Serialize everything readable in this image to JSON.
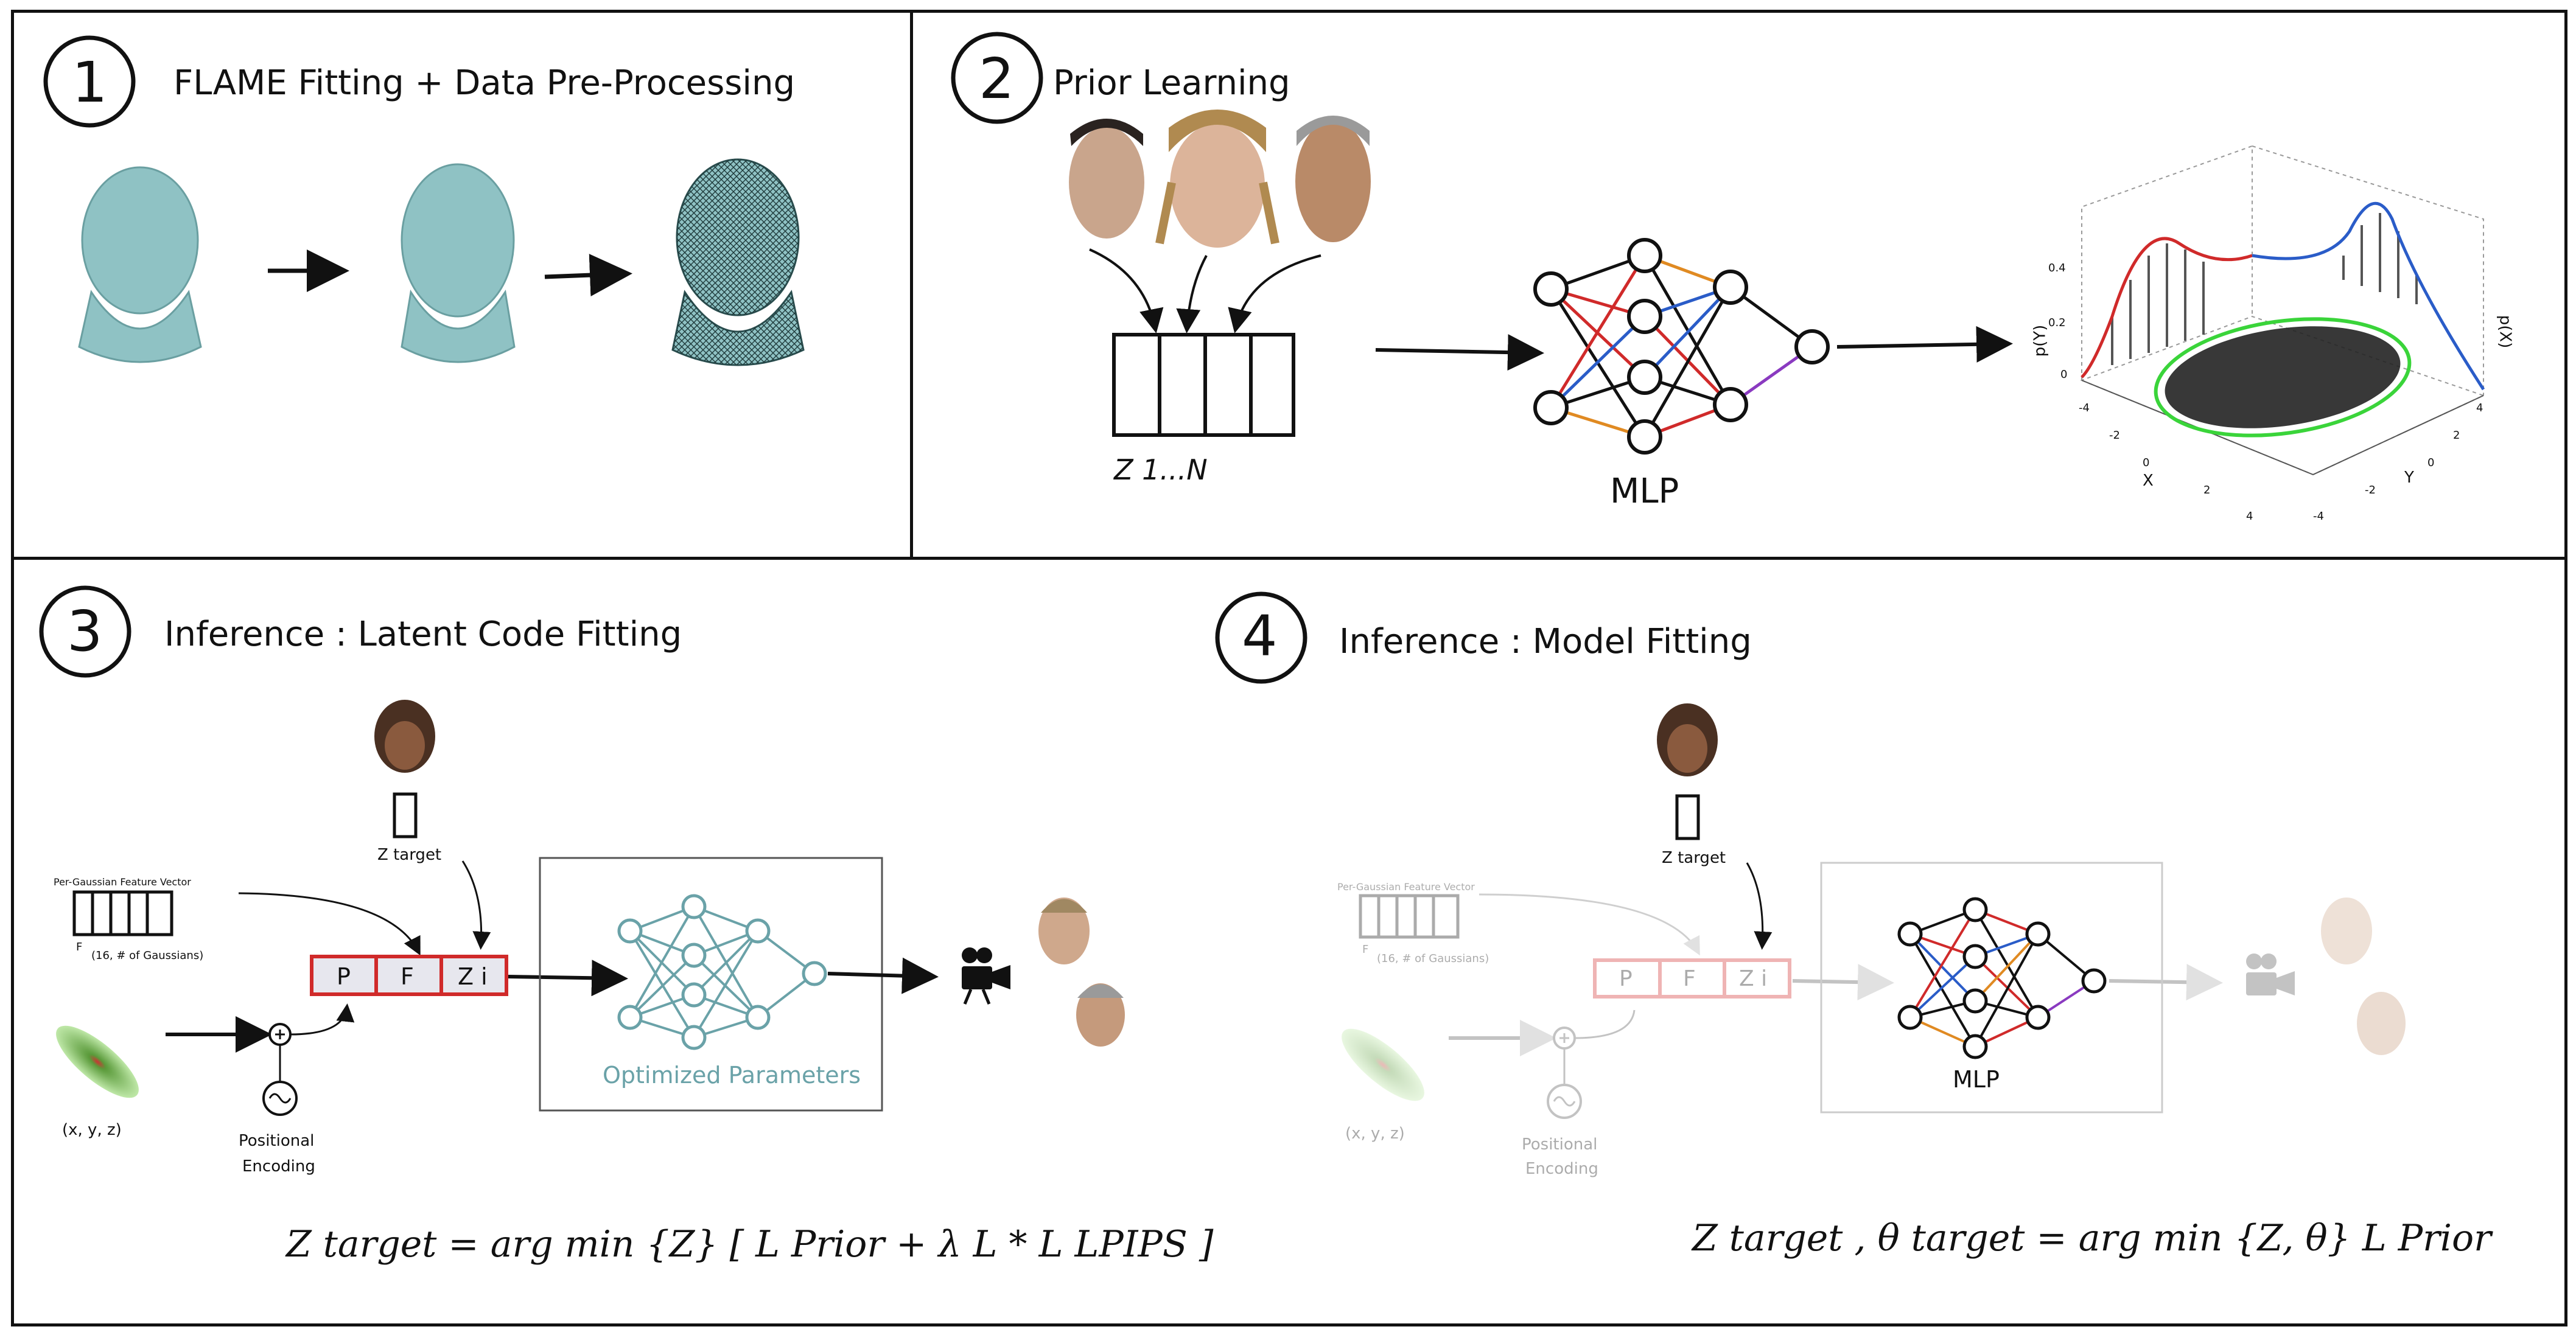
{
  "panels": {
    "p1": {
      "number": "1",
      "title": "FLAME Fitting + Data Pre-Processing"
    },
    "p2": {
      "number": "2",
      "title": "Prior Learning",
      "latent_label": "Z 1...N",
      "mlp_label": "MLP",
      "plot_axes": {
        "py": "p(Y)",
        "px": "p(X)",
        "x": "X",
        "y": "Y"
      },
      "y_ticks": [
        "0.4",
        "0.2",
        "0"
      ],
      "x_ticks": [
        "-4",
        "-2",
        "0",
        "2",
        "4"
      ],
      "y_axis_ticks": [
        "4",
        "2",
        "0",
        "-2",
        "-4"
      ]
    },
    "p3": {
      "number": "3",
      "title": "Inference : Latent Code Fitting",
      "feature_vector_label": "Per-Gaussian Feature Vector",
      "feature_sub": "(16, # of Gaussians)",
      "f_letter": "F",
      "z_target": "Z target",
      "blocks": [
        "P",
        "F",
        "Z i"
      ],
      "coords": "(x, y, z)",
      "pos_enc": [
        "Positional",
        "Encoding"
      ],
      "net_label": "Optimized Parameters",
      "equation": "Z target = arg min {Z} [ L Prior + λ L * L LPIPS ]"
    },
    "p4": {
      "number": "4",
      "title": "Inference : Model Fitting",
      "feature_vector_label": "Per-Gaussian Feature Vector",
      "feature_sub": "(16, # of Gaussians)",
      "f_letter": "F",
      "z_target": "Z target",
      "blocks": [
        "P",
        "F",
        "Z i"
      ],
      "coords": "(x, y, z)",
      "pos_enc": [
        "Positional",
        "Encoding"
      ],
      "mlp_label": "MLP",
      "equation": "Z target , θ target = arg min {Z, θ} L Prior"
    }
  },
  "colors": {
    "mesh": "#8fc2c4",
    "net_teal": "#6aa2a8",
    "red": "#d02a2a",
    "orange": "#e08a22",
    "blue": "#2a5cc8",
    "purple": "#8a3ac0",
    "green": "#5fb84a"
  }
}
